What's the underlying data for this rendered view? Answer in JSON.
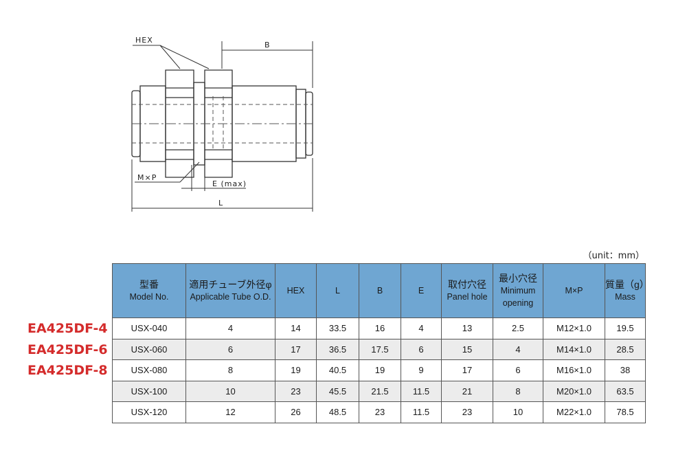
{
  "drawing": {
    "labels": {
      "hex": "HEX",
      "b": "B",
      "mxp": "M×P",
      "e": "E (max)",
      "l": "L"
    }
  },
  "unit_note": "（unit：mm）",
  "side_codes": [
    "EA425DF-4",
    "EA425DF-6",
    "EA425DF-8"
  ],
  "table": {
    "headers": [
      {
        "jp": "型番",
        "en": "Model No."
      },
      {
        "jp": "適用チューブ外径φ",
        "en": "Applicable Tube O.D."
      },
      {
        "jp": "",
        "en": "HEX"
      },
      {
        "jp": "",
        "en": "L"
      },
      {
        "jp": "",
        "en": "B"
      },
      {
        "jp": "",
        "en": "E"
      },
      {
        "jp": "取付穴径",
        "en": "Panel hole"
      },
      {
        "jp": "最小穴径",
        "en": "Minimum opening"
      },
      {
        "jp": "",
        "en": "M×P"
      },
      {
        "jp": "質量（g）",
        "en": "Mass"
      }
    ],
    "rows": [
      [
        "USX-040",
        "4",
        "14",
        "33.5",
        "16",
        "4",
        "13",
        "2.5",
        "M12×1.0",
        "19.5"
      ],
      [
        "USX-060",
        "6",
        "17",
        "36.5",
        "17.5",
        "6",
        "15",
        "4",
        "M14×1.0",
        "28.5"
      ],
      [
        "USX-080",
        "8",
        "19",
        "40.5",
        "19",
        "9",
        "17",
        "6",
        "M16×1.0",
        "38"
      ],
      [
        "USX-100",
        "10",
        "23",
        "45.5",
        "21.5",
        "11.5",
        "21",
        "8",
        "M20×1.0",
        "63.5"
      ],
      [
        "USX-120",
        "12",
        "26",
        "48.5",
        "23",
        "11.5",
        "23",
        "10",
        "M22×1.0",
        "78.5"
      ]
    ]
  }
}
